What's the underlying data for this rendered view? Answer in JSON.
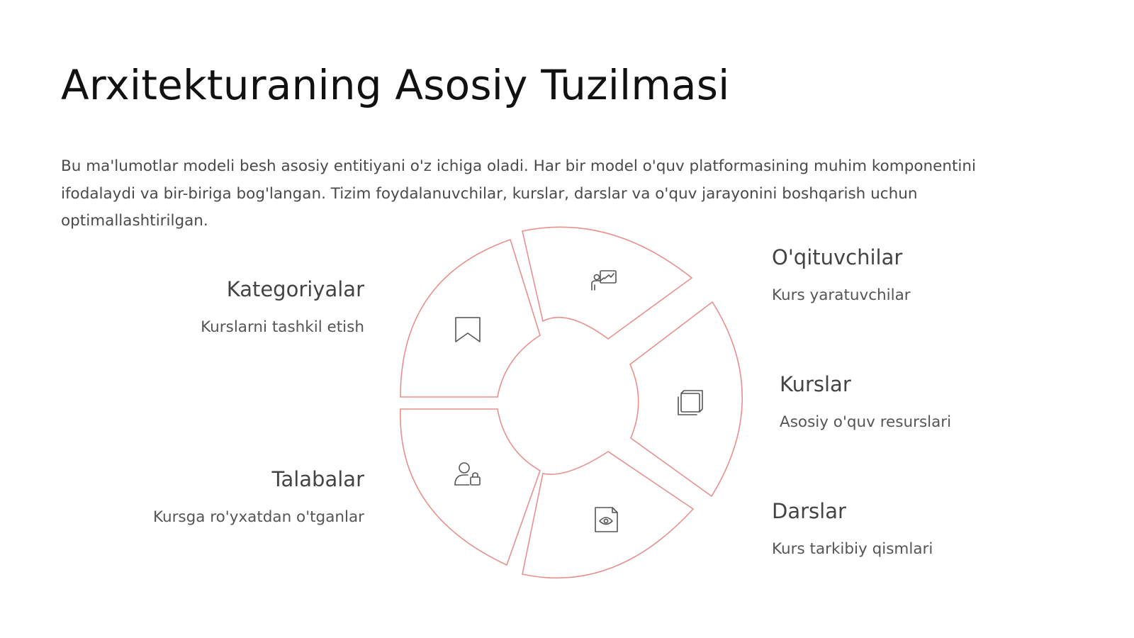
{
  "page": {
    "title": "Arxitekturaning Asosiy Tuzilmasi",
    "intro": "Bu ma'lumotlar modeli besh asosiy entitiyani o'z ichiga oladi. Har bir model o'quv platformasining muhim komponentini ifodalaydi va bir-biriga bog'langan. Tizim foydalanuvchilar, kurslar, darslar va o'quv jarayonini boshqarish uchun optimallashtirilgan."
  },
  "diagram": {
    "accent_color": "#e8908c",
    "segments": [
      {
        "heading": "O'qituvchilar",
        "subtitle": "Kurs yaratuvchilar",
        "icon": "presentation-icon"
      },
      {
        "heading": "Kurslar",
        "subtitle": "Asosiy o'quv resurslari",
        "icon": "books-icon"
      },
      {
        "heading": "Darslar",
        "subtitle": "Kurs tarkibiy qismlari",
        "icon": "video-lesson-icon"
      },
      {
        "heading": "Talabalar",
        "subtitle": "Kursga ro'yxatdan o'tganlar",
        "icon": "user-lock-icon"
      },
      {
        "heading": "Kategoriyalar",
        "subtitle": "Kurslarni tashkil etish",
        "icon": "bookmark-icon"
      }
    ]
  }
}
